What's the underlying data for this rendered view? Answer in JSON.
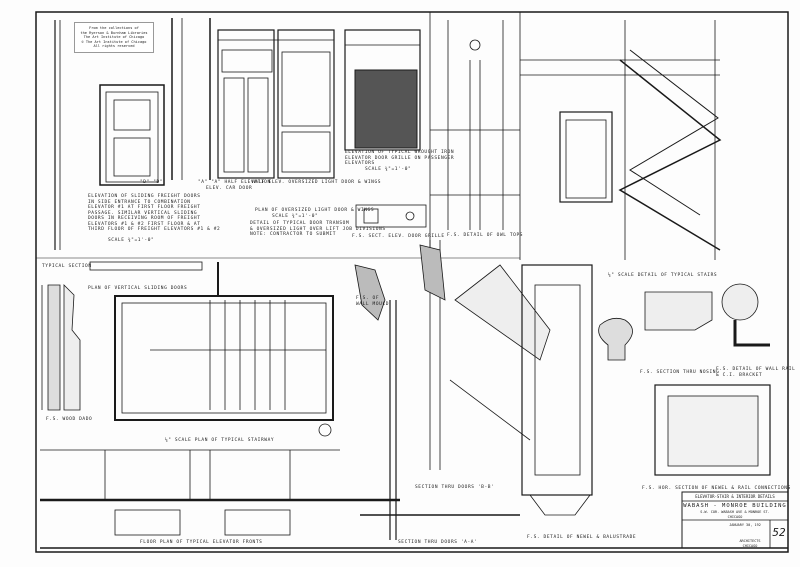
{
  "collection_note": [
    "From the collections of",
    "the Ryerson & Burnham Libraries",
    "The Art Institute of Chicago",
    "© The Art Institute of Chicago",
    "All rights reserved"
  ],
  "labels": {
    "d_d": "\"D\"  \"D\"",
    "half_elev_car_door": "\"A\" \"A\" Half Elevation",
    "elev_car_door": "Elev. Car Door",
    "half_elev_oversized": "Half Elev. Oversized Light Door & Wings",
    "sliding_doors_note": [
      "Elevation of sliding freight doors",
      "in side entrance to combination",
      "elevator #1 at first floor freight",
      "passage.  Similar vertical sliding",
      "doors in receiving room of freight",
      "elevators #1 & #2 first floor & at",
      "third floor of freight elevators #1 & #2"
    ],
    "sliding_doors_scale": "Scale ¾\"=1'-0\"",
    "plan_oversized": "Plan of Oversized Light Door & Wings",
    "plan_oversized_scale": "Scale ¾\"=1'-0\"",
    "transom_detail": [
      "Detail of Typical Door Transom",
      "& Oversized Light Over Lift Job Divisions"
    ],
    "transom_note": "Note: Contractor to submit",
    "grille_elevation": [
      "Elevation of Typical Wrought Iron",
      "Elevator Door Grille on Passenger",
      "Elevators"
    ],
    "grille_scale": "Scale ¾\"=1'-0\"",
    "grille_section": "F.S. Sect. Elev. Door Grille",
    "owl_tops": "F.S. Detail of Owl Tops",
    "typical_section": "Typical Section",
    "plan_sliding_doors": "Plan of Vertical Sliding Doors",
    "wall_mould": [
      "F.S. of",
      "Wall Mould"
    ],
    "wood_dado": "F.S. Wood Dado",
    "stairway_plan": "¼\" Scale Plan of Typical Stairway",
    "elevator_fronts": "Floor Plan of Typical Elevator Fronts",
    "section_aa": "Section Thru Doors 'A-A'",
    "section_bb": "Section Thru Doors 'B-B'",
    "newel_balustrade": "F.S. Detail of Newel & Balustrade",
    "typical_stairs": "¼\" Scale Detail of Typical Stairs",
    "nosing": "F.S. Section Thru Nosing",
    "wall_rail": [
      "F.S. Detail of Wall Rail",
      "& C.I. Bracket"
    ],
    "newel_rail_conn": "F.S. Hor. Section of Newel & Rail Connections"
  },
  "title_block": {
    "sheet_title": "Elevator-Stair & Interior Details",
    "building": "Wabash - Monroe Building",
    "location": "S.W. Cor. Wabash Ave & Monroe St.",
    "city": "Chicago",
    "date": "January 30, 192",
    "architects": "Architects",
    "architects_city": "Chicago",
    "sheet_number": "52"
  }
}
